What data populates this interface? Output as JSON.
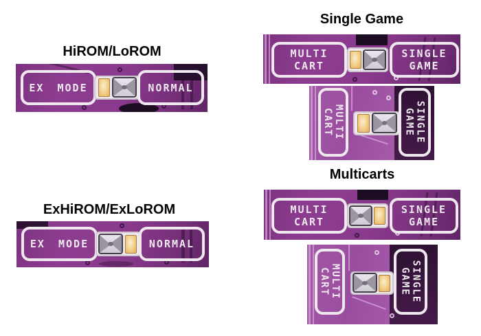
{
  "colors": {
    "title_text": "#000000",
    "silkscreen": "#efe9ef",
    "pad_gold": "#eec077",
    "pad_gold_border": "#a87f3e",
    "solder_light": "#e9e6ec",
    "solder_mid": "#9b95a2",
    "solder_outline": "#453c49",
    "pcb_purple": "#8a3a8c",
    "pcb_purple_light": "#a055a4"
  },
  "sections": [
    {
      "title": "HiROM/LoROM",
      "boards": [
        {
          "orientation": "horizontal",
          "left_lines": [
            "EX MODE"
          ],
          "right_lines": [
            "NORMAL"
          ],
          "bare_pad_side": "left",
          "solder_side": "right"
        }
      ]
    },
    {
      "title": "Single Game",
      "boards": [
        {
          "orientation": "horizontal",
          "left_lines": [
            "MULTI",
            "CART"
          ],
          "right_lines": [
            "SINGLE",
            "GAME"
          ],
          "bare_pad_side": "left",
          "solder_side": "right"
        },
        {
          "orientation": "vertical",
          "left_lines": [
            "MULTI",
            "CART"
          ],
          "right_lines": [
            "SINGLE",
            "GAME"
          ],
          "bare_pad_side": "left",
          "solder_side": "right"
        }
      ]
    },
    {
      "title": "ExHiROM/ExLoROM",
      "boards": [
        {
          "orientation": "horizontal",
          "left_lines": [
            "EX MODE"
          ],
          "right_lines": [
            "NORMAL"
          ],
          "bare_pad_side": "right",
          "solder_side": "left"
        }
      ]
    },
    {
      "title": "Multicarts",
      "boards": [
        {
          "orientation": "horizontal",
          "left_lines": [
            "MULTI",
            "CART"
          ],
          "right_lines": [
            "SINGLE",
            "GAME"
          ],
          "bare_pad_side": "right",
          "solder_side": "left"
        },
        {
          "orientation": "vertical",
          "left_lines": [
            "MULTI",
            "CART"
          ],
          "right_lines": [
            "SINGLE",
            "GAME"
          ],
          "bare_pad_side": "right",
          "solder_side": "left"
        }
      ]
    }
  ]
}
